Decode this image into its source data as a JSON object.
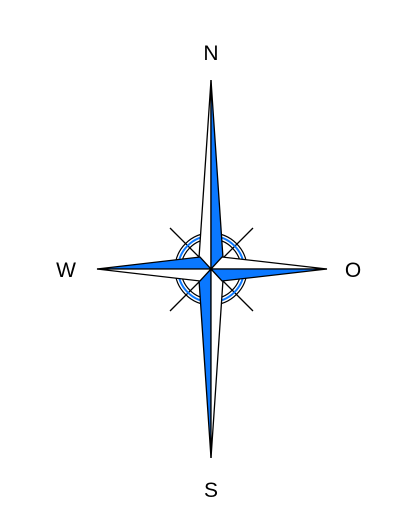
{
  "compass": {
    "labels": {
      "north": "N",
      "south": "S",
      "west": "W",
      "east": "O"
    },
    "colors": {
      "fill": "#0a78ff",
      "stroke": "#000000",
      "background": "#ffffff"
    }
  }
}
